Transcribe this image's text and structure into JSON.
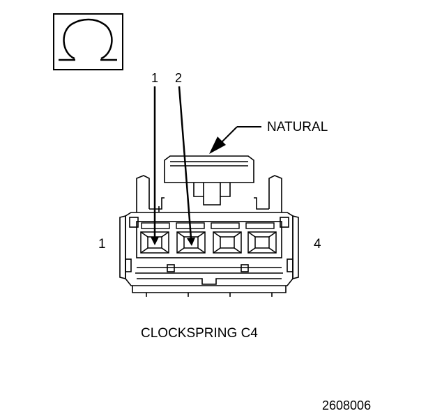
{
  "symbol": {
    "glyph": "Ω",
    "name": "ohm-icon"
  },
  "pin_callouts": [
    "1",
    "2"
  ],
  "side_labels": {
    "left": "1",
    "right": "4"
  },
  "color_label": "NATURAL",
  "connector_name": "CLOCKSPRING C4",
  "figure_number": "2608006",
  "colors": {
    "ink": "#000000",
    "background": "#ffffff"
  }
}
